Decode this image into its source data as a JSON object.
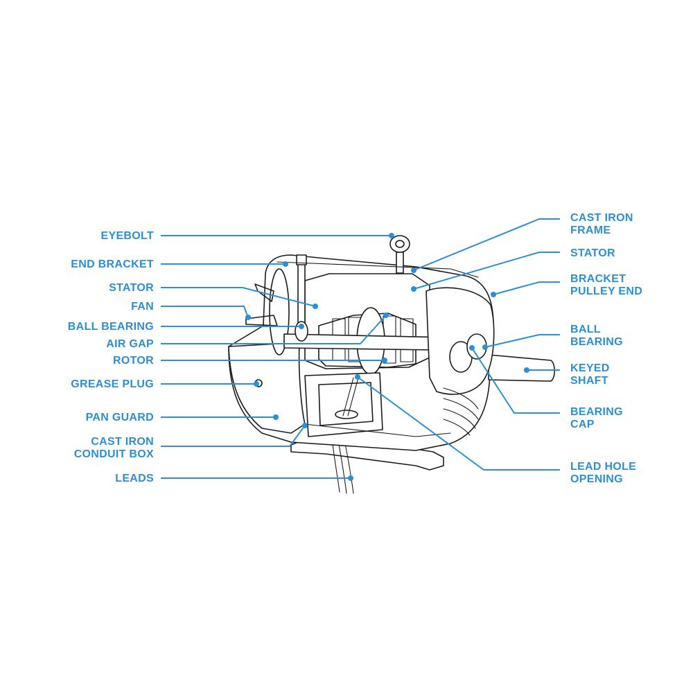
{
  "accent_color": "#2a8fd6",
  "ink_color": "#1a1a1a",
  "labels_left": {
    "eyebolt": "EYEBOLT",
    "end_bracket": "END BRACKET",
    "stator": "STATOR",
    "fan": "FAN",
    "ball_bearing": "BALL BEARING",
    "air_gap": "AIR GAP",
    "rotor": "ROTOR",
    "grease_plug": "GREASE PLUG",
    "pan_guard": "PAN GUARD",
    "conduit_box_line1": "CAST IRON",
    "conduit_box_line2": "CONDUIT BOX",
    "leads": "LEADS"
  },
  "labels_right": {
    "frame_line1": "CAST IRON",
    "frame_line2": "FRAME",
    "stator": "STATOR",
    "bracket_line1": "BRACKET",
    "bracket_line2": "PULLEY END",
    "ball_bearing_line1": "BALL",
    "ball_bearing_line2": "BEARING",
    "shaft_line1": "KEYED",
    "shaft_line2": "SHAFT",
    "bearing_cap_line1": "BEARING",
    "bearing_cap_line2": "CAP",
    "lead_hole_line1": "LEAD HOLE",
    "lead_hole_line2": "OPENING"
  }
}
